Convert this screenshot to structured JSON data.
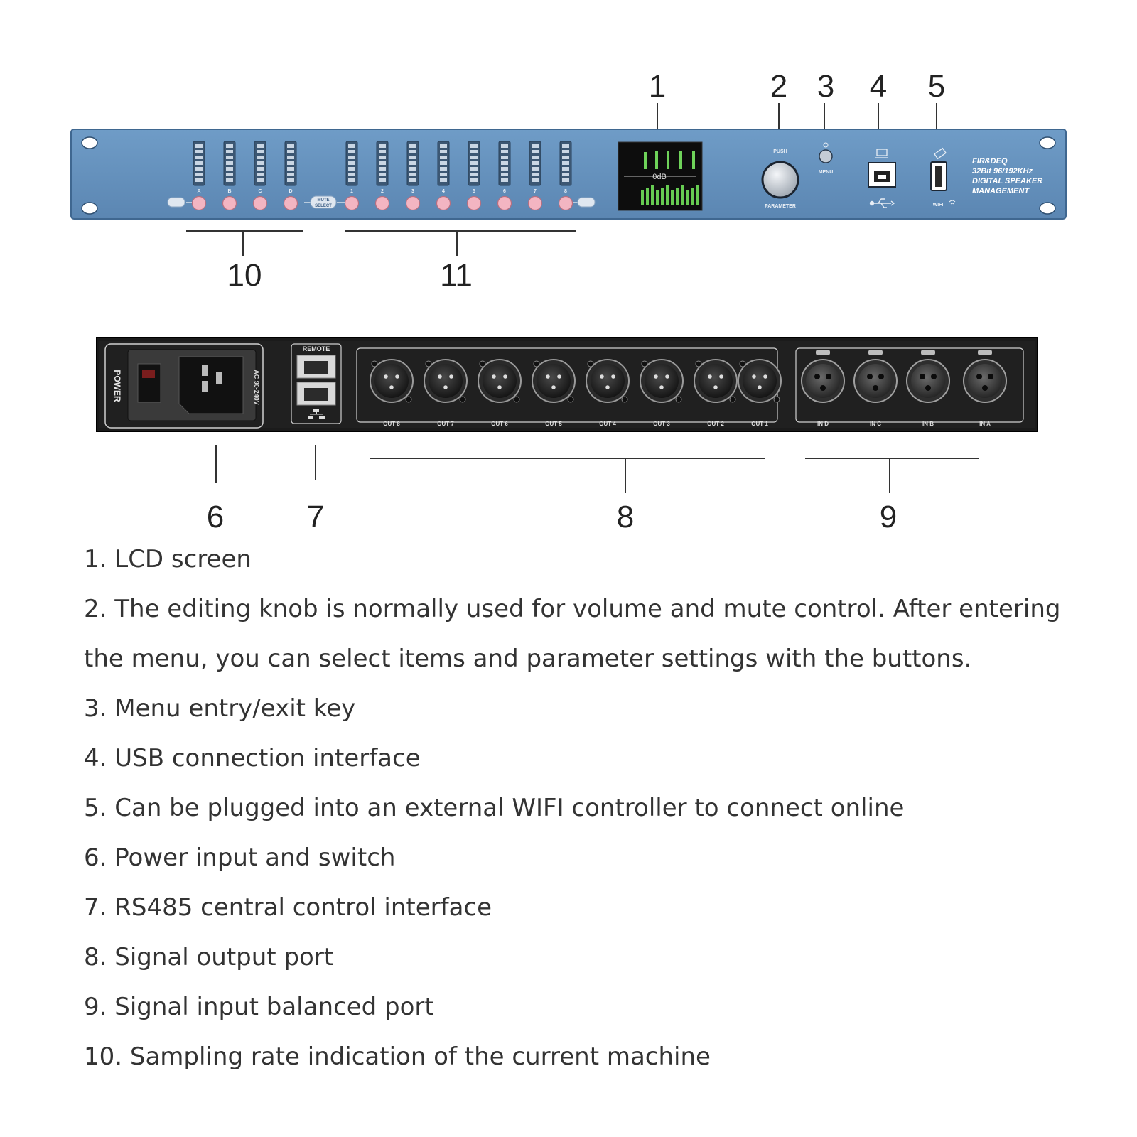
{
  "callouts": [
    "1",
    "2",
    "3",
    "4",
    "5",
    "6",
    "7",
    "8",
    "9",
    "10",
    "11"
  ],
  "front_panel": {
    "input_channels": [
      "A",
      "B",
      "C",
      "D"
    ],
    "output_channels": [
      "1",
      "2",
      "3",
      "4",
      "5",
      "6",
      "7",
      "8"
    ],
    "mute_select_line1": "MUTE",
    "mute_select_line2": "SELECT",
    "lcd_level": "0dB",
    "knob_top_label": "PUSH",
    "knob_bottom_label": "PARAMETER",
    "menu_label": "MENU",
    "wifi_label": "WIFI",
    "brand_lines": [
      "FIR&DEQ",
      "32Bit 96/192KHz",
      "DIGITAL SPEAKER",
      "MANAGEMENT"
    ]
  },
  "rear_panel": {
    "power_label": "POWER",
    "voltage_label": "AC 90-240V",
    "remote_label": "REMOTE",
    "output_labels": [
      "OUT 8",
      "OUT 7",
      "OUT 6",
      "OUT 5",
      "OUT 4",
      "OUT 3",
      "OUT 2",
      "OUT 1"
    ],
    "input_labels": [
      "IN D",
      "IN C",
      "IN B",
      "IN A"
    ]
  },
  "legend": [
    "1. LCD screen",
    "2. The editing knob is normally used for volume and mute control. After entering the menu, you can select items and parameter settings with the buttons.",
    "3. Menu entry/exit key",
    "4. USB connection interface",
    "5. Can be plugged into an external WIFI controller to connect online",
    "6. Power input and switch",
    "7. RS485 central control interface",
    "8. Signal output port",
    "9. Signal input balanced port",
    "10. Sampling rate indication of the current machine"
  ]
}
